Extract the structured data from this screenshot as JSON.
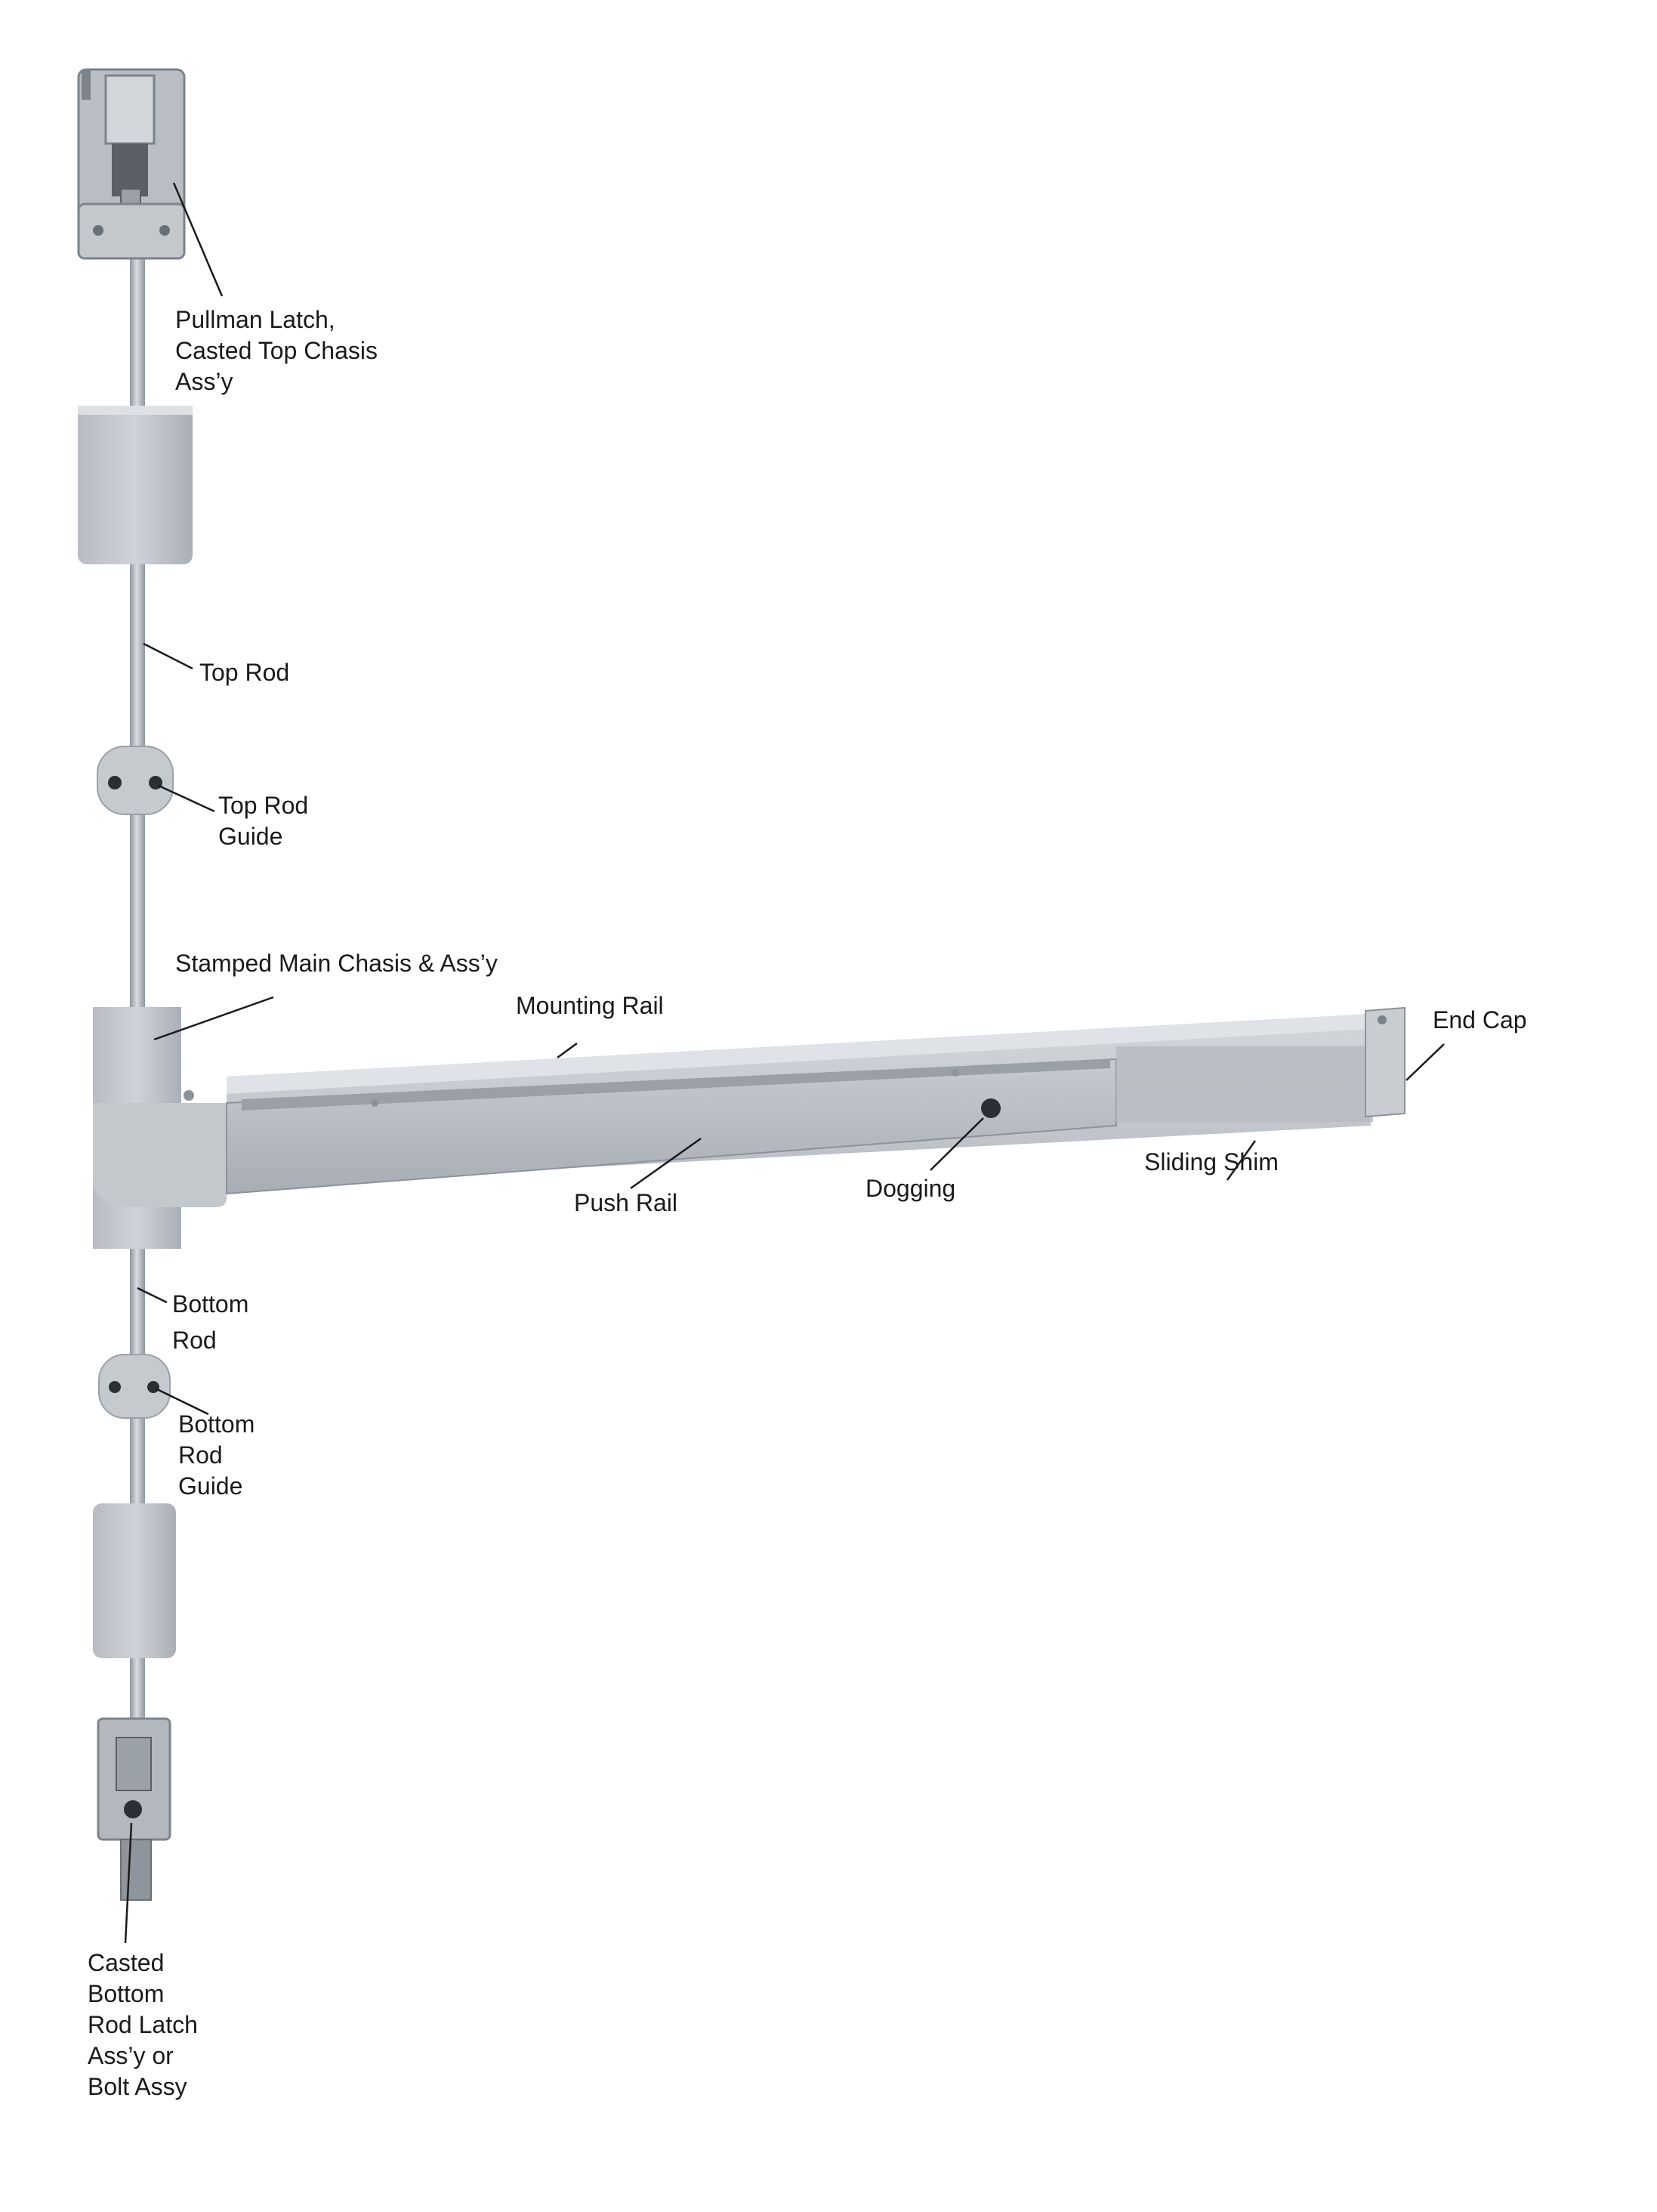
{
  "colors": {
    "metal_light": "#c9ced4",
    "metal_mid": "#aeb4bb",
    "metal_dark": "#8d939a",
    "leader": "#1a1a1a"
  },
  "labels": {
    "pullman_latch": [
      "Pullman Latch,",
      "Casted Top Chasis",
      "Ass’y"
    ],
    "top_rod": [
      "Top Rod"
    ],
    "top_rod_guide": [
      "Top Rod",
      "Guide"
    ],
    "stamped_main_chasis": [
      "Stamped Main Chasis & Ass’y"
    ],
    "mounting_rail": [
      "Mounting Rail"
    ],
    "end_cap": [
      "End Cap"
    ],
    "sliding_shim": [
      "Sliding Shim"
    ],
    "dogging": [
      "Dogging"
    ],
    "push_rail": [
      "Push Rail"
    ],
    "bottom_rod": [
      "Bottom",
      "Rod"
    ],
    "bottom_rod_guide": [
      "Bottom",
      "Rod",
      "Guide"
    ],
    "bottom_latch": [
      "Casted",
      "Bottom",
      "Rod Latch",
      "Ass’y or",
      "Bolt Assy"
    ]
  }
}
